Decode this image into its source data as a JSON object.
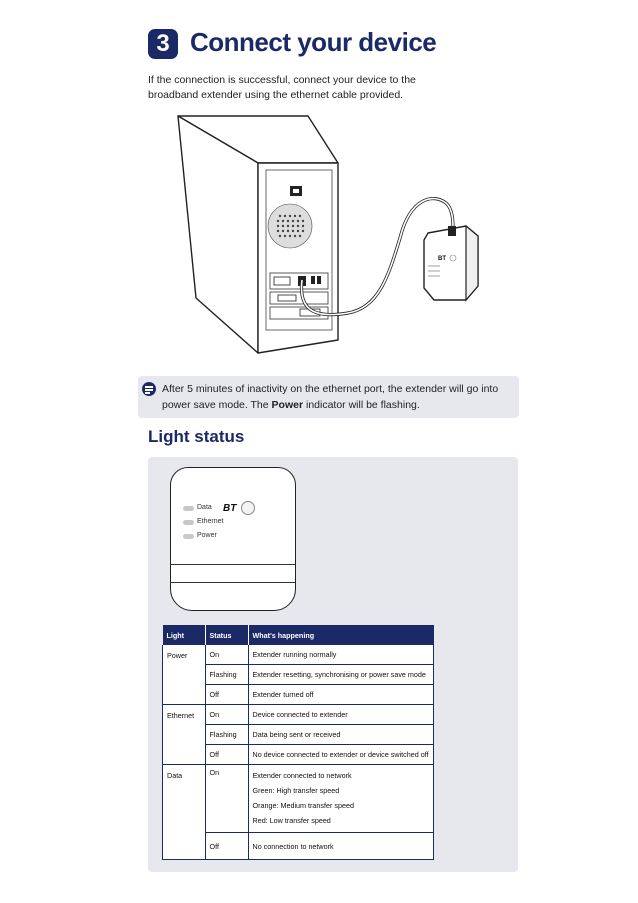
{
  "step": {
    "number": "3",
    "title": "Connect your device"
  },
  "intro": "If the connection is successful, connect your device to the broadband extender using the ethernet cable provided.",
  "note": {
    "icon": "note-icon",
    "text_before": "After 5 minutes of inactivity on the ethernet port, the extender will go into power save mode. The ",
    "text_bold": "Power",
    "text_after": " indicator will be flashing."
  },
  "section": {
    "title": "Light status"
  },
  "device": {
    "logo": "BT",
    "leds": [
      "Data",
      "Ethernet",
      "Power"
    ]
  },
  "table": {
    "headers": [
      "Light",
      "Status",
      "What's happening"
    ],
    "groups": [
      {
        "light": "Power",
        "rows": [
          {
            "status": "On",
            "desc": "Extender running normally"
          },
          {
            "status": "Flashing",
            "desc": "Extender resetting, synchronising or power save mode"
          },
          {
            "status": "Off",
            "desc": "Extender turned off"
          }
        ]
      },
      {
        "light": "Ethernet",
        "rows": [
          {
            "status": "On",
            "desc": "Device connected to extender"
          },
          {
            "status": "Flashing",
            "desc": "Data being sent or received"
          },
          {
            "status": "Off",
            "desc": "No device connected to extender or device switched off"
          }
        ]
      },
      {
        "light": "Data",
        "rows": [
          {
            "status": "On",
            "desc_lines": [
              "Extender connected to network",
              "Green: High transfer speed",
              "Orange: Medium transfer speed",
              "Red: Low transfer speed"
            ]
          },
          {
            "status": "Off",
            "desc": "No connection to network"
          }
        ]
      }
    ]
  },
  "colors": {
    "brand": "#1b2a66",
    "panel": "#e6e8ee"
  }
}
